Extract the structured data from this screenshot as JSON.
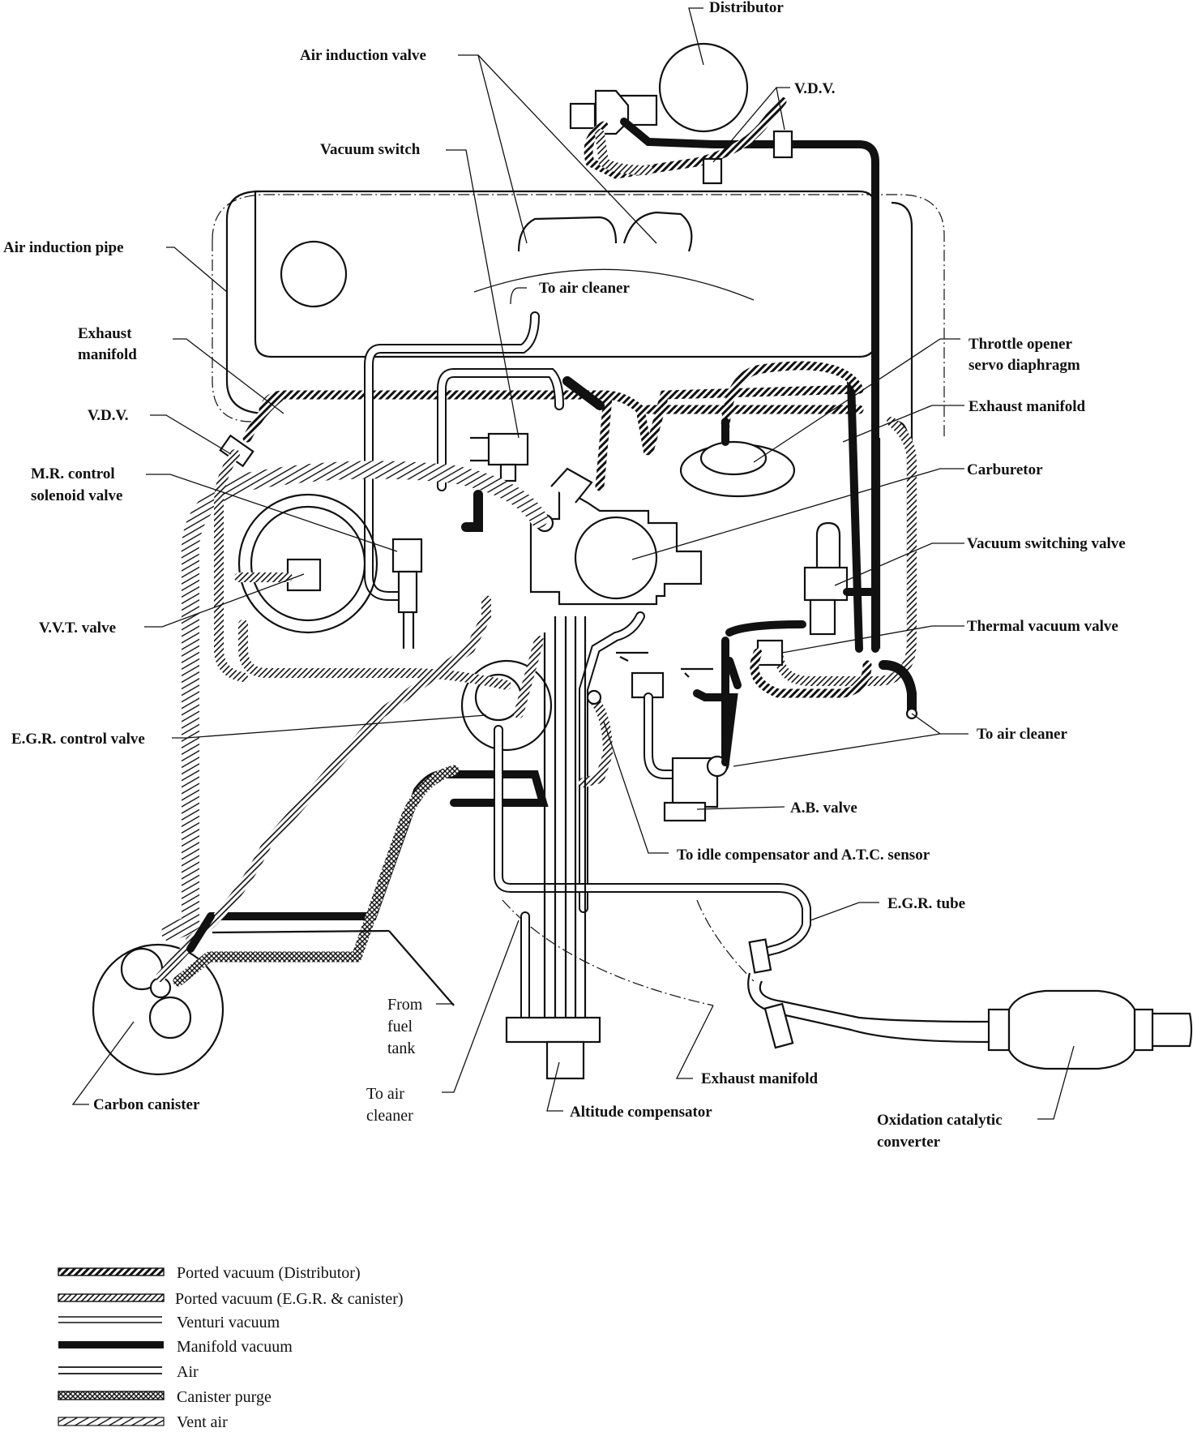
{
  "labels": {
    "distributor": "Distributor",
    "air_induction_valve": "Air induction valve",
    "vdv_top": "V.D.V.",
    "vacuum_switch": "Vacuum switch",
    "air_induction_pipe": "Air induction pipe",
    "to_air_cleaner_top": "To air cleaner",
    "exhaust_manifold_left_1": "Exhaust",
    "exhaust_manifold_left_2": "manifold",
    "throttle_opener_1": "Throttle opener",
    "throttle_opener_2": "servo diaphragm",
    "exhaust_manifold_right": "Exhaust manifold",
    "vdv_left": "V.D.V.",
    "carburetor": "Carburetor",
    "mr_control_1": "M.R. control",
    "mr_control_2": "solenoid valve",
    "vacuum_switching_valve": "Vacuum switching valve",
    "vvt_valve": "V.V.T. valve",
    "thermal_vacuum_valve": "Thermal vacuum valve",
    "to_air_cleaner_right": "To air cleaner",
    "egr_control_valve": "E.G.R. control valve",
    "ab_valve": "A.B. valve",
    "to_idle_compensator": "To idle compensator and A.T.C. sensor",
    "egr_tube": "E.G.R. tube",
    "from_fuel_tank_1": "From",
    "from_fuel_tank_2": "fuel",
    "from_fuel_tank_3": "tank",
    "exhaust_manifold_bottom": "Exhaust manifold",
    "carbon_canister": "Carbon canister",
    "to_air_cleaner_bottom_1": "To air",
    "to_air_cleaner_bottom_2": "cleaner",
    "altitude_compensator": "Altitude compensator",
    "oxidation_converter_1": "Oxidation catalytic",
    "oxidation_converter_2": "converter"
  },
  "legend": [
    {
      "key": "ported-vacuum-distributor",
      "label": "Ported vacuum (Distributor)"
    },
    {
      "key": "ported-vacuum-egr",
      "label": "Ported vacuum (E.G.R. & canister)"
    },
    {
      "key": "venturi-vacuum",
      "label": "Venturi vacuum"
    },
    {
      "key": "manifold-vacuum",
      "label": "Manifold vacuum"
    },
    {
      "key": "air",
      "label": "Air"
    },
    {
      "key": "canister-purge",
      "label": "Canister purge"
    },
    {
      "key": "vent-air",
      "label": "Vent air"
    }
  ],
  "colors": {
    "ink": "#111111",
    "background": "#ffffff"
  }
}
